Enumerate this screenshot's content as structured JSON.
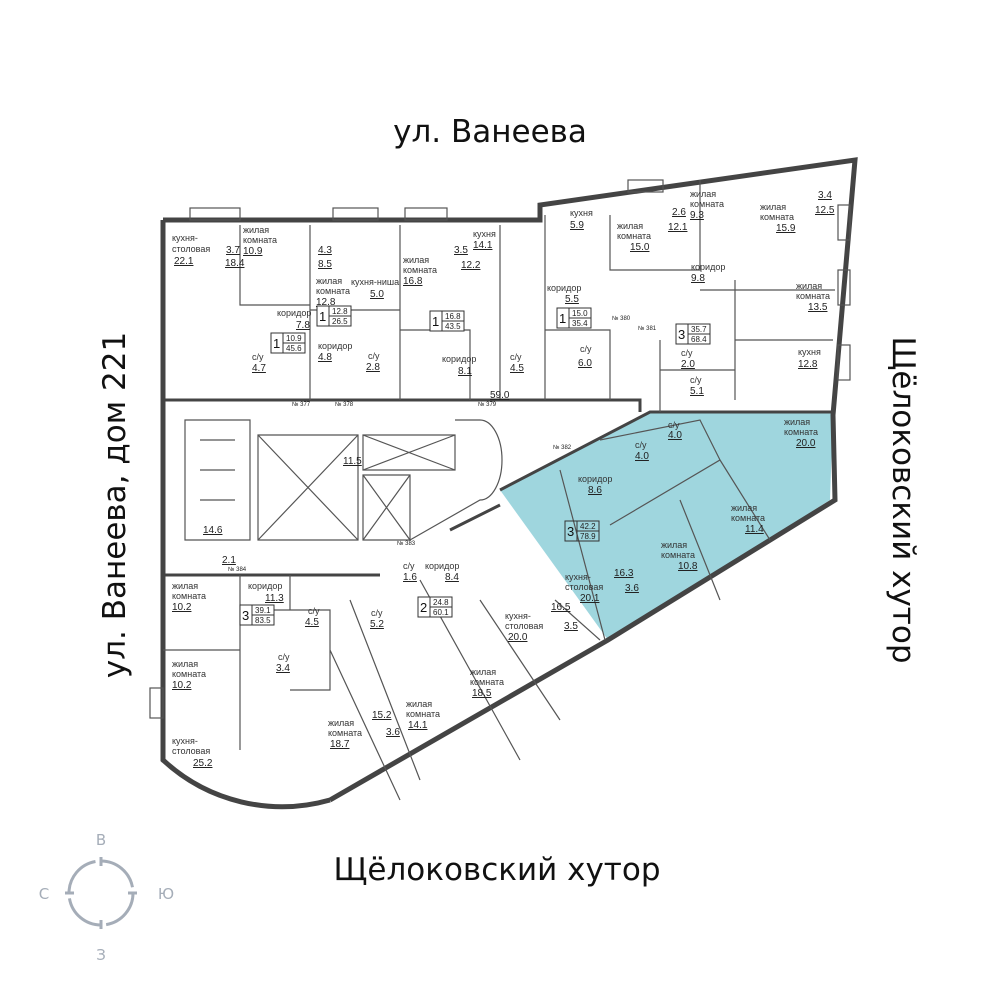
{
  "streets": {
    "top": "ул. Ванеева",
    "left": "ул. Ванеева, дом 221",
    "right": "Щёлоковский хутор",
    "bottom": "Щёлоковский хутор"
  },
  "compass": {
    "n": "В",
    "w": "С",
    "e": "Ю",
    "s": "З",
    "color": "#a5adb8"
  },
  "highlight_color": "#8ecfd8",
  "common": {
    "hall": "59.0",
    "lobby": "11.5",
    "stair": "14.6",
    "vest": "2.1"
  },
  "tags": [
    "№ 377",
    "№ 378",
    "№ 379",
    "№ 380",
    "№ 381",
    "№ 382",
    "№ 383",
    "№ 384"
  ],
  "apartments": [
    {
      "rooms": "1",
      "living": "10.9",
      "total": "45.6",
      "labels": [
        [
          "кухня-",
          "столовая",
          "22.1"
        ],
        [
          "жилая",
          "комната",
          "10.9"
        ],
        [
          "коридор",
          "",
          "7.8"
        ],
        [
          "с/у",
          "",
          "4.7"
        ]
      ],
      "extra": [
        "3.7",
        "18.4"
      ]
    },
    {
      "rooms": "1",
      "living": "12.8",
      "total": "26.5",
      "labels": [
        [
          "жилая",
          "комната",
          "12.8"
        ],
        [
          "кухня-ниша",
          "",
          "5.0"
        ],
        [
          "коридор",
          "",
          "4.8"
        ],
        [
          "с/у",
          "",
          "2.8"
        ]
      ],
      "extra": [
        "4.3",
        "8.5"
      ]
    },
    {
      "rooms": "1",
      "living": "16.8",
      "total": "43.5",
      "labels": [
        [
          "жилая",
          "комната",
          "16.8"
        ],
        [
          "кухня",
          "",
          "14.1"
        ],
        [
          "коридор",
          "",
          "8.1"
        ],
        [
          "с/у",
          "",
          "4.5"
        ]
      ],
      "extra": [
        "3.5",
        "12.2"
      ]
    },
    {
      "rooms": "1",
      "living": "15.0",
      "total": "35.4",
      "labels": [
        [
          "кухня",
          "",
          "5.9"
        ],
        [
          "жилая",
          "комната",
          "15.0"
        ],
        [
          "коридор",
          "",
          "5.5"
        ],
        [
          "с/у",
          "",
          "6.0"
        ]
      ],
      "extra": [
        "2.6",
        "12.1"
      ]
    },
    {
      "rooms": "3",
      "living": "35.7",
      "total": "68.4",
      "labels": [
        [
          "жилая",
          "комната",
          "9.3"
        ],
        [
          "жилая",
          "комната",
          "15.9"
        ],
        [
          "коридор",
          "",
          "9.8"
        ],
        [
          "жилая",
          "комната",
          "13.5"
        ],
        [
          "с/у",
          "",
          "2.0"
        ],
        [
          "с/у",
          "",
          "5.1"
        ],
        [
          "кухня",
          "",
          "12.8"
        ]
      ],
      "extra": [
        "3.4",
        "12.5"
      ]
    },
    {
      "rooms": "3",
      "living": "42.2",
      "total": "78.9",
      "selected": true,
      "labels": [
        [
          "с/у",
          "",
          "4.0"
        ],
        [
          "с/у",
          "",
          "4.0"
        ],
        [
          "коридор",
          "",
          "8.6"
        ],
        [
          "жилая",
          "комната",
          "20.0"
        ],
        [
          "жилая",
          "комната",
          "11.4"
        ],
        [
          "жилая",
          "комната",
          "10.8"
        ],
        [
          "кухня-",
          "столовая",
          "20.1"
        ]
      ],
      "extra": [
        "16.3",
        "3.6"
      ]
    },
    {
      "rooms": "3",
      "living": "39.1",
      "total": "83.5",
      "labels": [
        [
          "жилая",
          "комната",
          "10.2"
        ],
        [
          "коридор",
          "",
          "11.3"
        ],
        [
          "с/у",
          "",
          "4.5"
        ],
        [
          "жилая",
          "комната",
          "10.2"
        ],
        [
          "с/у",
          "",
          "3.4"
        ],
        [
          "кухня-",
          "столовая",
          "25.2"
        ],
        [
          "жилая",
          "комната",
          "18.7"
        ],
        [
          "с/у",
          "",
          "5.2"
        ]
      ],
      "extra": [
        "15.2",
        "3.6"
      ]
    },
    {
      "rooms": "2",
      "living": "24.8",
      "total": "60.1",
      "labels": [
        [
          "с/у",
          "",
          "1.6"
        ],
        [
          "коридор",
          "",
          "8.4"
        ],
        [
          "кухня-",
          "столовая",
          "20.0"
        ],
        [
          "жилая",
          "комната",
          "18.5"
        ],
        [
          "жилая",
          "комната",
          "14.1"
        ]
      ],
      "extra": [
        "16.5",
        "3.5"
      ]
    }
  ]
}
